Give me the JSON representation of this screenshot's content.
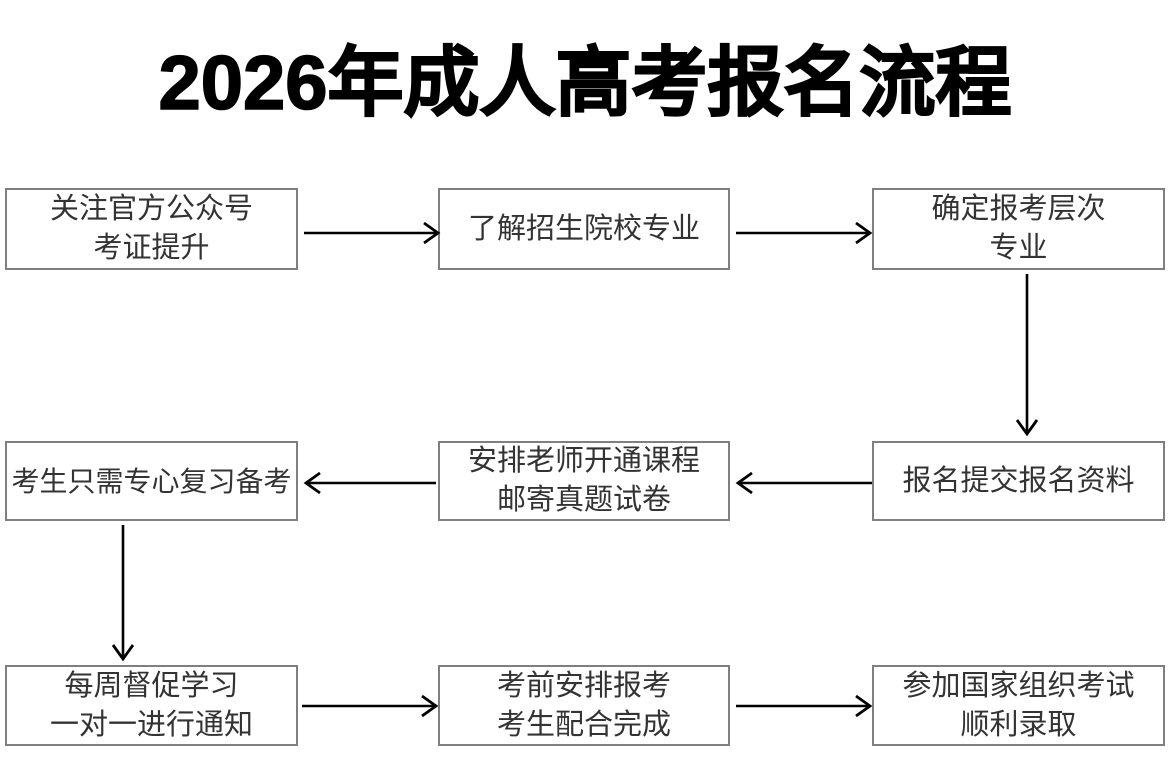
{
  "page": {
    "title": "2026年成人高考报名流程",
    "background_color": "#ffffff",
    "title_color": "#000000",
    "box_border_color": "#7f7f7f",
    "box_text_color": "#333333",
    "arrow_color": "#000000"
  },
  "flowchart": {
    "type": "process-flow",
    "columns": 3,
    "rows": 3,
    "nodes": [
      {
        "id": "n1",
        "row": 1,
        "column": "left",
        "lines": [
          "关注官方公众号",
          "考证提升"
        ]
      },
      {
        "id": "n2",
        "row": 1,
        "column": "center",
        "lines": [
          "了解招生院校专业"
        ]
      },
      {
        "id": "n3",
        "row": 1,
        "column": "right",
        "lines": [
          "确定报考层次",
          "专业"
        ]
      },
      {
        "id": "n4",
        "row": 2,
        "column": "right",
        "lines": [
          "报名提交报名资料"
        ]
      },
      {
        "id": "n5",
        "row": 2,
        "column": "center",
        "lines": [
          "安排老师开通课程",
          "邮寄真题试卷"
        ]
      },
      {
        "id": "n6",
        "row": 2,
        "column": "left",
        "lines": [
          "考生只需专心复习备考"
        ]
      },
      {
        "id": "n7",
        "row": 3,
        "column": "left",
        "lines": [
          "每周督促学习",
          "一对一进行通知"
        ]
      },
      {
        "id": "n8",
        "row": 3,
        "column": "center",
        "lines": [
          "考前安排报考",
          "考生配合完成"
        ]
      },
      {
        "id": "n9",
        "row": 3,
        "column": "right",
        "lines": [
          "参加国家组织考试",
          "顺利录取"
        ]
      }
    ],
    "edges": [
      {
        "id": "e1",
        "from": "n1",
        "to": "n2",
        "direction": "right"
      },
      {
        "id": "e2",
        "from": "n2",
        "to": "n3",
        "direction": "right"
      },
      {
        "id": "e3",
        "from": "n3",
        "to": "n4",
        "direction": "down"
      },
      {
        "id": "e4",
        "from": "n4",
        "to": "n5",
        "direction": "left"
      },
      {
        "id": "e5",
        "from": "n5",
        "to": "n6",
        "direction": "left"
      },
      {
        "id": "e6",
        "from": "n6",
        "to": "n7",
        "direction": "down"
      },
      {
        "id": "e7",
        "from": "n7",
        "to": "n8",
        "direction": "right"
      },
      {
        "id": "e8",
        "from": "n8",
        "to": "n9",
        "direction": "right"
      }
    ]
  }
}
